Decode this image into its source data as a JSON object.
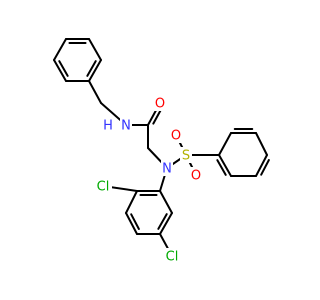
{
  "molecule": {
    "colors": {
      "bond": "#000000",
      "N": "#3333ff",
      "O": "#ff0000",
      "S": "#b2b200",
      "Cl": "#00aa00",
      "H": "#3333ff"
    },
    "atom_labels": {
      "n_amide": "N",
      "h_amide": "H",
      "o_carbonyl": "O",
      "n_sulfonamide": "N",
      "s": "S",
      "o_s_left": "O",
      "o_s_right": "O",
      "cl_ortho": "Cl",
      "cl_para": "Cl"
    }
  }
}
